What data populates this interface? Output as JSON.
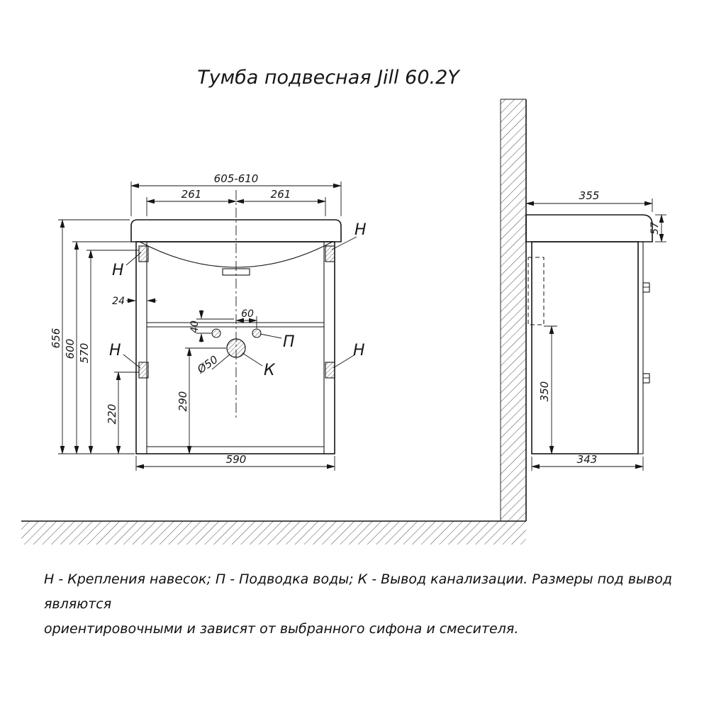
{
  "title": "Тумба подвесная Jill 60.2Y",
  "front": {
    "dim_width_top": "605-610",
    "dim_half_left": "261",
    "dim_half_right": "261",
    "dim_height_total": "656",
    "dim_height_600": "600",
    "dim_height_570": "570",
    "dim_24": "24",
    "dim_40": "40",
    "dim_60": "60",
    "dim_220": "220",
    "dim_290": "290",
    "dim_drain_diameter": "Ø50",
    "dim_width_bottom": "590",
    "label_hanger": "Н",
    "label_water": "П",
    "label_drain": "К"
  },
  "side": {
    "dim_depth_top": "355",
    "dim_sink_height": "57",
    "dim_350": "350",
    "dim_depth_bottom": "343"
  },
  "legend": {
    "line1": "Н - Крепления навесок; П - Подводка воды; К - Вывод канализации. Размеры под вывод являются",
    "line2": "ориентировочными и зависят от выбранного сифона и смесителя."
  }
}
